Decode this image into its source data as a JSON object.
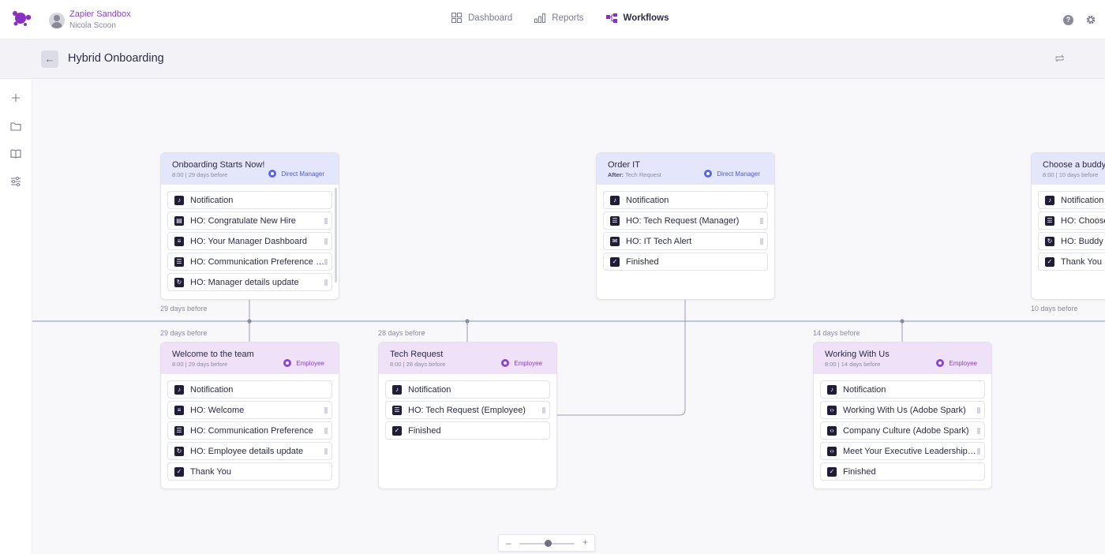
{
  "header": {
    "org": "Zapier Sandbox",
    "user": "Nicola Scoon",
    "nav": [
      {
        "label": "Dashboard",
        "icon": "grid-icon"
      },
      {
        "label": "Reports",
        "icon": "bar-chart-icon"
      },
      {
        "label": "Workflows",
        "icon": "workflow-icon"
      }
    ],
    "help_glyph": "?"
  },
  "page": {
    "title": "Hybrid Onboarding",
    "back_glyph": "←"
  },
  "sidebar": {
    "tools": [
      "add-icon",
      "folder-icon",
      "book-icon",
      "sliders-icon"
    ]
  },
  "timeline": {
    "labels": [
      "29 days before",
      "10 days before",
      "29 days before",
      "28 days before",
      "14 days before"
    ]
  },
  "cards": {
    "onboarding": {
      "title": "Onboarding Starts Now!",
      "sub": "8:00 | 29 days before",
      "role": "Direct Manager",
      "steps": [
        {
          "label": "Notification",
          "icon": "bell-icon"
        },
        {
          "label": "HO: Congratulate New Hire",
          "icon": "page-icon"
        },
        {
          "label": "HO: Your Manager Dashboard",
          "icon": "list-icon"
        },
        {
          "label": "HO: Communication Preference (...",
          "icon": "form-icon"
        },
        {
          "label": "HO: Manager details update",
          "icon": "sync-icon"
        }
      ]
    },
    "order_it": {
      "title": "Order IT",
      "after_label": "After:",
      "sub": "Tech Request",
      "role": "Direct Manager",
      "steps": [
        {
          "label": "Notification",
          "icon": "bell-icon"
        },
        {
          "label": "HO: Tech Request (Manager)",
          "icon": "form-icon"
        },
        {
          "label": "HO: IT Tech Alert",
          "icon": "mail-icon"
        },
        {
          "label": "Finished",
          "icon": "check-icon"
        }
      ]
    },
    "buddy": {
      "title": "Choose a buddy",
      "sub": "8:00 | 10 days before",
      "steps": [
        {
          "label": "Notification",
          "icon": "bell-icon"
        },
        {
          "label": "HO: Choose",
          "icon": "form-icon"
        },
        {
          "label": "HO: Buddy d",
          "icon": "sync-icon"
        },
        {
          "label": "Thank You",
          "icon": "check-icon"
        }
      ]
    },
    "welcome": {
      "title": "Welcome to the team",
      "sub": "8:00 | 29 days before",
      "role": "Employee",
      "steps": [
        {
          "label": "Notification",
          "icon": "bell-icon"
        },
        {
          "label": "HO: Welcome",
          "icon": "list-icon"
        },
        {
          "label": "HO: Communication Preference",
          "icon": "form-icon"
        },
        {
          "label": "HO: Employee details update",
          "icon": "sync-icon"
        },
        {
          "label": "Thank You",
          "icon": "check-icon"
        }
      ]
    },
    "tech_request": {
      "title": "Tech Request",
      "sub": "8:00 | 28 days before",
      "role": "Employee",
      "steps": [
        {
          "label": "Notification",
          "icon": "bell-icon"
        },
        {
          "label": "HO: Tech Request (Employee)",
          "icon": "form-icon"
        },
        {
          "label": "Finished",
          "icon": "check-icon"
        }
      ]
    },
    "working": {
      "title": "Working With Us",
      "sub": "8:00 | 14 days before",
      "role": "Employee",
      "steps": [
        {
          "label": "Notification",
          "icon": "bell-icon"
        },
        {
          "label": "Working With Us (Adobe Spark)",
          "icon": "code-icon"
        },
        {
          "label": "Company Culture (Adobe Spark)",
          "icon": "code-icon"
        },
        {
          "label": "Meet Your Executive Leadership T...",
          "icon": "code-icon"
        },
        {
          "label": "Finished",
          "icon": "check-icon"
        }
      ]
    }
  },
  "zoom": {
    "minus": "–",
    "plus": "+",
    "level": 0.52
  },
  "colors": {
    "accent": "#8b3fd1",
    "manager": "#5766e8",
    "employee": "#9340d8",
    "header_blue": "#e4e6fb",
    "header_purple": "#efe1f7",
    "step_icon": "#1e1d3a"
  }
}
